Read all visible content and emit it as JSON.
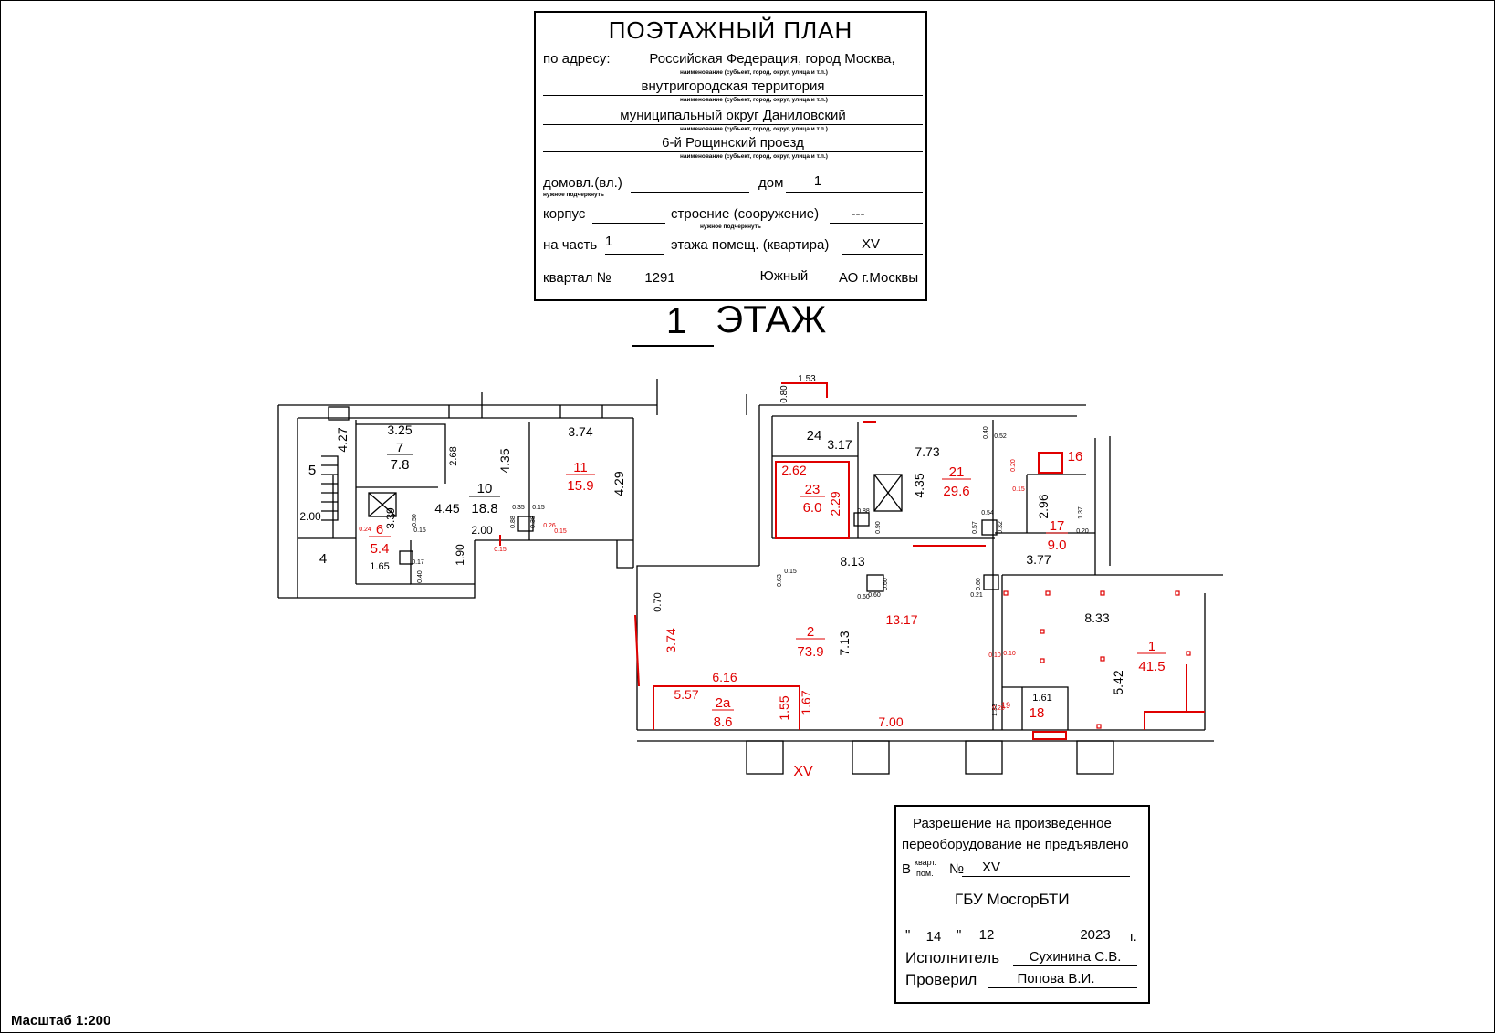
{
  "title_block": {
    "title": "ПОЭТАЖНЫЙ ПЛАН",
    "address_label": "по адресу:",
    "address_line1": "Российская Федерация, город Москва,",
    "address_line2": "внутригородская территория",
    "address_line3": "муниципальный округ Даниловский",
    "address_line4": "6-й Рощинский проезд",
    "hint_name": "наименование (субъект, город, округ, улица и т.п.)",
    "domovl_label": "домовл.(вл.)",
    "dom_label": "дом",
    "dom_value": "1",
    "hint_underline": "нужное подчеркнуть",
    "korpus_label": "корпус",
    "stroenie_label": "строение (сооружение)",
    "stroenie_value": "---",
    "part_label": "на часть",
    "part_value": "1",
    "floor_pomesh_label": "этажа помещ. (квартира)",
    "pomesh_value": "XV",
    "kvartal_label": "квартал №",
    "kvartal_value": "1291",
    "district_value": "Южный",
    "ao_label": "АО г.Москвы"
  },
  "floor": {
    "number": "1",
    "label": "ЭТАЖ"
  },
  "plan": {
    "rooms_black": [
      {
        "num": "7",
        "area": "7.8"
      },
      {
        "num": "10",
        "area": "18.8"
      },
      {
        "num": "5"
      },
      {
        "num": "4"
      },
      {
        "num": "24"
      }
    ],
    "rooms_red": [
      {
        "num": "11",
        "area": "15.9"
      },
      {
        "num": "6",
        "area": "5.4"
      },
      {
        "num": "23",
        "area": "6.0"
      },
      {
        "num": "21",
        "area": "29.6"
      },
      {
        "num": "16"
      },
      {
        "num": "17",
        "area": "9.0"
      },
      {
        "num": "2",
        "area": "73.9"
      },
      {
        "num": "1",
        "area": "41.5"
      },
      {
        "num": "2а",
        "area": "8.6"
      },
      {
        "num": "18"
      }
    ],
    "dims_black": [
      "3.25",
      "4.27",
      "2.68",
      "4.35",
      "3.74",
      "4.29",
      "4.45",
      "2.00",
      "2.00",
      "3.39",
      "1.90",
      "1.65",
      "1.53",
      "0.80",
      "3.17",
      "7.73",
      "4.35",
      "2.96",
      "3.77",
      "8.13",
      "7.13",
      "8.33",
      "5.42",
      "1.61",
      "7.00",
      "6.16",
      "1.55",
      "3.74",
      "0.70"
    ],
    "dims_red": [
      "2.62",
      "2.29",
      "13.17",
      "5.57",
      "1.67"
    ],
    "small_dims": [
      "0.35",
      "0.15",
      "0.88",
      "0.38",
      "0.50",
      "0.15",
      "0.17",
      "0.40",
      "0.24",
      "0.60",
      "0.88",
      "0.90",
      "0.54",
      "0.57",
      "0.32",
      "0.40",
      "0.52",
      "0.20",
      "0.15",
      "1.37",
      "0.20",
      "0.15",
      "0.63",
      "0.60",
      "0.60",
      "0.60",
      "0.21",
      "0.10",
      "1.33"
    ],
    "red_small": [
      "0.26",
      "0.15",
      "0.15",
      "0.20",
      "0.10",
      "19"
    ],
    "unit_mark": "XV"
  },
  "permit": {
    "line1": "Разрешение на произведенное",
    "line2": "переоборудование не предъявлено",
    "b_label": "В",
    "kvart_pom_top": "кварт.",
    "kvart_pom_bottom": "пом.",
    "no_label": "№",
    "no_value": "XV",
    "org": "ГБУ МосгорБТИ",
    "day": "14",
    "month": "12",
    "year": "2023",
    "year_suffix": "г.",
    "executor_label": "Исполнитель",
    "executor": "Сухинина С.В.",
    "checker_label": "Проверил",
    "checker": "Попова В.И."
  },
  "scale": "Масштаб 1:200",
  "colors": {
    "ink": "#000000",
    "red": "#e00000"
  }
}
